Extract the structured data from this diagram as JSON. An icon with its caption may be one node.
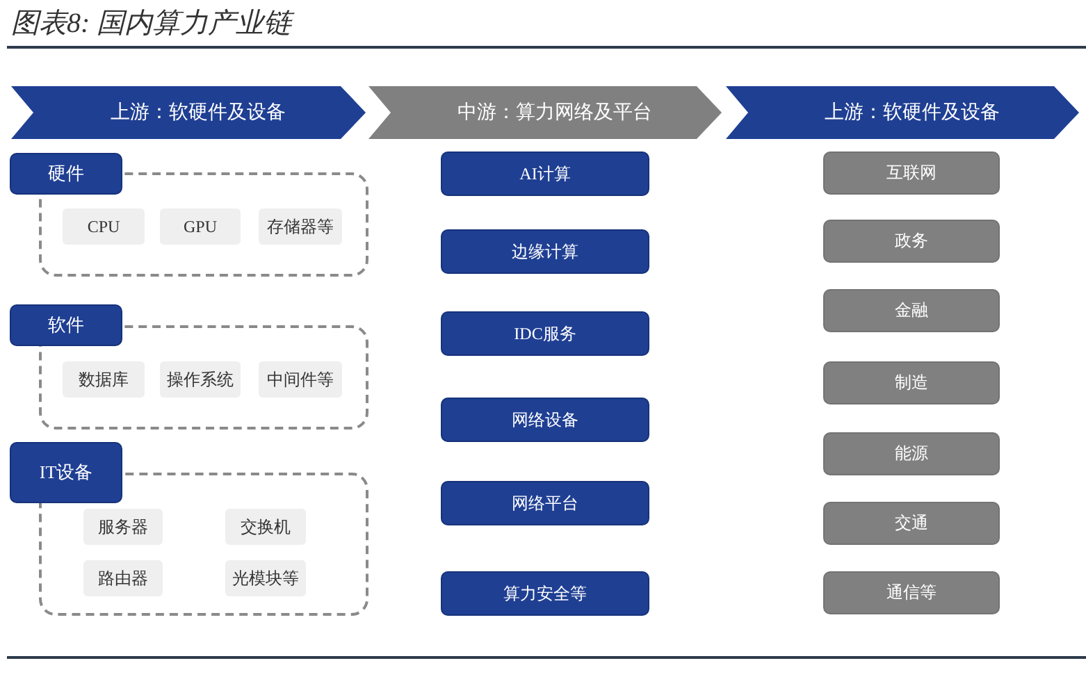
{
  "diagram": {
    "title": "图表8: 国内算力产业链",
    "nodes": [
      {
        "text": [
          "上游：软硬件及设备"
        ]
      },
      {
        "text": [
          "硬件"
        ]
      },
      {
        "text": [
          "CPU"
        ],
        "in": 1
      },
      {
        "text": [
          "GPU"
        ],
        "in": 1
      },
      {
        "text": [
          "存储器等"
        ],
        "in": 1
      },
      {
        "text": [
          "软件"
        ]
      },
      {
        "text": [
          "数据库"
        ],
        "in": 5
      },
      {
        "text": [
          "操作系统"
        ],
        "in": 5
      },
      {
        "text": [
          "中间件等"
        ],
        "in": 5
      },
      {
        "text": [
          "IT设备"
        ]
      },
      {
        "text": [
          "服务器"
        ],
        "in": 9
      },
      {
        "text": [
          "交换机"
        ],
        "in": 9
      },
      {
        "text": [
          "路由器"
        ],
        "in": 9
      },
      {
        "text": [
          "光模块等"
        ],
        "in": 9
      },
      {
        "text": [
          "中游：算力网络及平台"
        ]
      },
      {
        "text": [
          "AI计算"
        ]
      },
      {
        "text": [
          "边缘计算"
        ]
      },
      {
        "text": [
          "IDC服务"
        ]
      },
      {
        "text": [
          "网络设备"
        ]
      },
      {
        "text": [
          "网络平台"
        ]
      },
      {
        "text": [
          "算力安全等"
        ]
      },
      {
        "text": [
          "上游：软硬件及设备"
        ]
      },
      {
        "text": [
          "互联网"
        ]
      },
      {
        "text": [
          "政务"
        ]
      },
      {
        "text": [
          "金融"
        ]
      },
      {
        "text": [
          "制造"
        ]
      },
      {
        "text": [
          "能源"
        ]
      },
      {
        "text": [
          "交通"
        ]
      },
      {
        "text": [
          "通信等"
        ]
      }
    ]
  }
}
